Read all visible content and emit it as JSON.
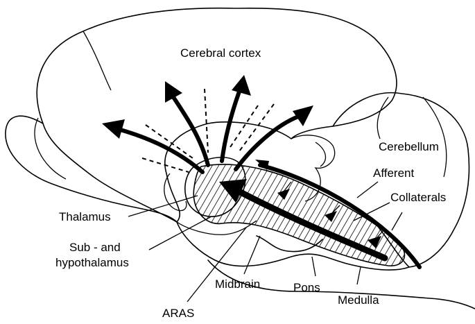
{
  "labels": {
    "cerebral_cortex": "Cerebral cortex",
    "cerebellum": "Cerebellum",
    "afferent": "Afferent",
    "collaterals": "Collaterals",
    "thalamus": "Thalamus",
    "sub_and": "Sub - and",
    "hypothalamus": "hypothalamus",
    "midbrain": "Midbrain",
    "pons": "Pons",
    "medulla": "Medulla",
    "aras": "ARAS"
  },
  "colors": {
    "ink": "#000000",
    "background": "#ffffff"
  }
}
